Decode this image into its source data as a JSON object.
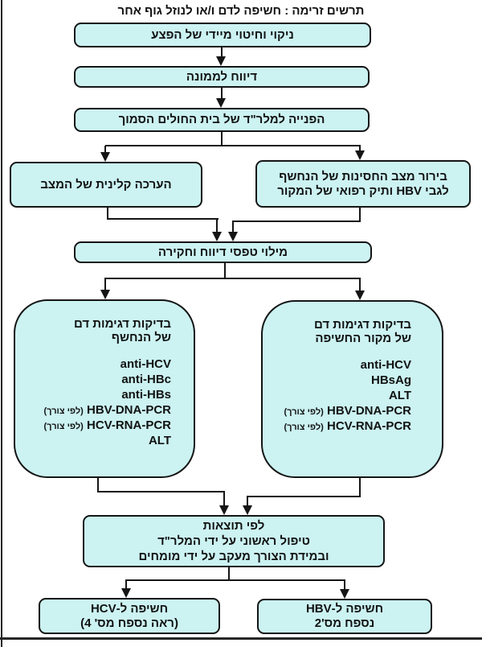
{
  "title": "תרשים זרימה : חשיפה לדם ו/או לנוזל גוף אחר",
  "colors": {
    "box_fill": "#ccf2f2",
    "box_border": "#151515",
    "connector": "#151515",
    "page_background": "#ffffff"
  },
  "steps": {
    "clean": "ניקוי וחיטוי מיידי של הפצע",
    "report": "דיווח לממונה",
    "er_referral": "הפנייה למלר\"ד של בית החולים הסמוך",
    "clinical": "הערכה קלינית של המצב",
    "immunity_line1": "בירור מצב החסינות של הנחשף",
    "immunity_line2": "לגבי HBV ותיק רפואי של המקור",
    "forms": "מילוי טפסי דיווח וחקירה"
  },
  "exposed_panel": {
    "title_line1": "בדיקות דגימות דם",
    "title_line2": "של הנחשף",
    "tests": [
      {
        "name": "anti-HCV",
        "note": ""
      },
      {
        "name": "anti-HBc",
        "note": ""
      },
      {
        "name": "anti-HBs",
        "note": ""
      },
      {
        "name": "HBV-DNA-PCR",
        "note": "(לפי צורך)"
      },
      {
        "name": "HCV-RNA-PCR",
        "note": "(לפי צורך)"
      },
      {
        "name": "ALT",
        "note": ""
      }
    ]
  },
  "source_panel": {
    "title_line1": "בדיקות דגימות דם",
    "title_line2": "של מקור החשיפה",
    "tests": [
      {
        "name": "anti-HCV",
        "note": ""
      },
      {
        "name": "HBsAg",
        "note": ""
      },
      {
        "name": "ALT",
        "note": ""
      },
      {
        "name": "HBV-DNA-PCR",
        "note": "(לפי צורך)"
      },
      {
        "name": "HCV-RNA-PCR",
        "note": "(לפי צורך)"
      }
    ]
  },
  "treatment": {
    "line1": "לפי תוצאות",
    "line2": "טיפול ראשוני על ידי המלר\"ד",
    "line3": "ובמידת הצורך מעקב על ידי מומחים"
  },
  "outcomes": {
    "hcv_line1": "חשיפה ל-HCV",
    "hcv_line2": "(ראה נספח מס' 4)",
    "hbv_line1": "חשיפה ל-HBV",
    "hbv_line2": "נספח מס'2"
  }
}
